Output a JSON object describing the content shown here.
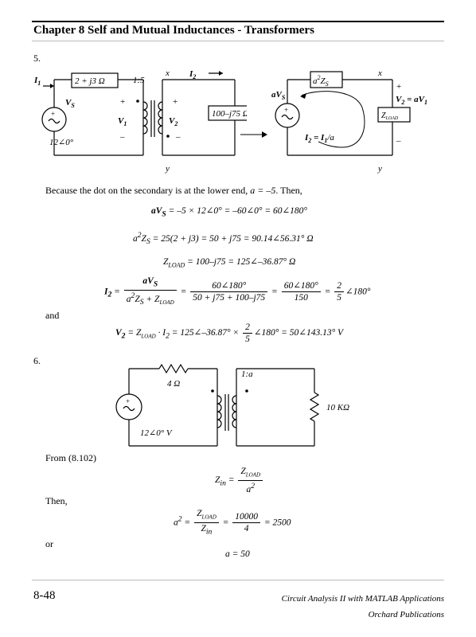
{
  "header": {
    "title": "Chapter 8  Self and Mutual Inductances - Transformers"
  },
  "problem5": {
    "number": "5.",
    "circuit_left": {
      "i1": "I",
      "i1_sub": "1",
      "zs": "2 + j3 Ω",
      "ratio": "1:5",
      "x_mark": "x",
      "y_mark": "y",
      "i2": "I",
      "i2_sub": "2",
      "vs": "V",
      "vs_sub": "S",
      "v1": "V",
      "v1_sub": "1",
      "v2": "V",
      "v2_sub": "2",
      "plus": "+",
      "minus": "–",
      "load": "100–j75 Ω",
      "source": "12∠0°"
    },
    "circuit_right": {
      "a2zs": "a",
      "a2zs_sup": "2",
      "a2zs_z": "Z",
      "a2zs_sub": "S",
      "avs": "aV",
      "avs_sub": "S",
      "x_mark": "x",
      "y_mark": "y",
      "v2_eq": "V",
      "v2_sub": "2",
      "v2_rhs": " = aV",
      "v2_rhs_sub": "1",
      "zload": "Z",
      "zload_sub": "LOAD",
      "i2_eq": "I",
      "i2_eq_sub": "2",
      "i2_eq_mid": " = I",
      "i2_eq_mid_sub": "1",
      "i2_eq_end": "/a",
      "plus": "+",
      "minus": "–"
    },
    "text_dot": "Because the dot on the secondary is at the lower end,",
    "text_dot_eq": "a = –5",
    "text_dot_end": ". Then,",
    "eq1_lhs": "aV",
    "eq1_lhs_sub": "S",
    "eq1_rhs": " = –5 × 12∠0° = –60∠0° = 60∠180°",
    "eq2_lhs": "a",
    "eq2_sup": "2",
    "eq2_z": "Z",
    "eq2_sub": "S",
    "eq2_rhs": " = 25(2 + j3) = 50 + j75 = 90.14∠56.31° Ω",
    "eq3_lhs": "Z",
    "eq3_sub": "LOAD",
    "eq3_rhs": " = 100–j75 = 125∠–36.87° Ω",
    "eq4_lhs": "I",
    "eq4_lhs_sub": "2",
    "eq4_f1_num": "aV",
    "eq4_f1_num_sub": "S",
    "eq4_f1_den": "a",
    "eq4_f1_den_sup": "2",
    "eq4_f1_den_z": "Z",
    "eq4_f1_den_sub": "S",
    "eq4_f1_den_plus": " + Z",
    "eq4_f1_den_sub2": "LOAD",
    "eq4_f2_num": "60∠180°",
    "eq4_f2_den": "50 + j75 + 100–j75",
    "eq4_f3_num": "60∠180°",
    "eq4_f3_den": "150",
    "eq4_f4_num": "2",
    "eq4_f4_den": "5",
    "eq4_tail": "∠180°",
    "eq_equals": "=",
    "and": "and",
    "eq5_lhs": "V",
    "eq5_lhs_sub": "2",
    "eq5_mid": " = Z",
    "eq5_mid_sub": "LOAD",
    "eq5_mid2": " · I",
    "eq5_mid2_sub": "2",
    "eq5_rhs1": " = 125∠–36.87° ×",
    "eq5_frac_num": "2",
    "eq5_frac_den": "5",
    "eq5_rhs2": "∠180° = 50∠143.13° V"
  },
  "problem6": {
    "number": "6.",
    "circuit": {
      "resistor": "4 Ω",
      "ratio": "1:a",
      "load": "10 KΩ",
      "source": "12∠0° V",
      "plus": "+"
    },
    "from": "From (8.102)",
    "zin_lhs": "Z",
    "zin_sub": "in",
    "zin_num": "Z",
    "zin_num_sub": "LOAD",
    "zin_den": "a",
    "zin_den_sup": "2",
    "then": "Then,",
    "a2_lhs": "a",
    "a2_sup": "2",
    "a2_f1_num": "Z",
    "a2_f1_num_sub": "LOAD",
    "a2_f1_den": "Z",
    "a2_f1_den_sub": "in",
    "a2_f2_num": "10000",
    "a2_f2_den": "4",
    "a2_rhs": " = 2500",
    "or": "or",
    "a_result": "a = 50"
  },
  "footer": {
    "page": "8-48",
    "book": "Circuit Analysis II with MATLAB Applications",
    "publisher": "Orchard Publications"
  }
}
